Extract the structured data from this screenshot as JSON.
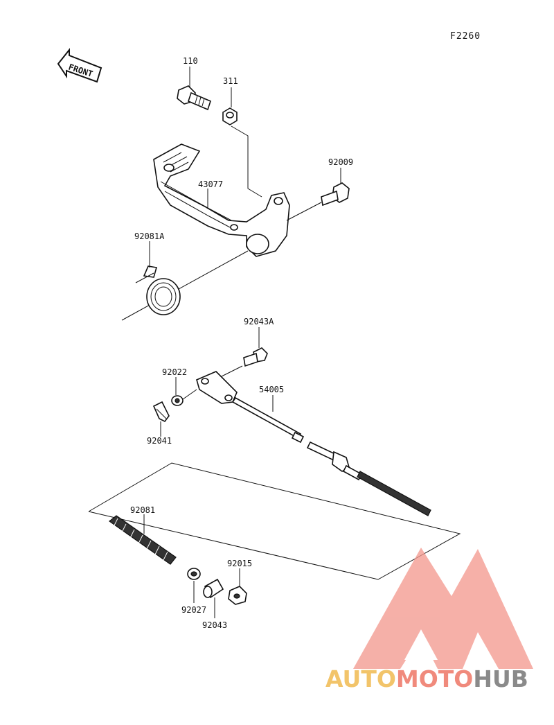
{
  "diagram": {
    "code": "F2260",
    "front_label": "FRONT",
    "part_labels": {
      "p110": "110",
      "p311": "311",
      "p92009": "92009",
      "p43077": "43077",
      "p92081A": "92081A",
      "p92043A": "92043A",
      "p92022": "92022",
      "p54005": "54005",
      "p92041": "92041",
      "p92081": "92081",
      "p92015": "92015",
      "p92027": "92027",
      "p92043": "92043"
    }
  },
  "watermark": {
    "word_part1": "AUTO",
    "word_part2": "MOTO",
    "word_part3": "HUB",
    "colors": {
      "gold": "#f2c46a",
      "coral": "#f08a7c",
      "gray": "#8a8a8a"
    }
  }
}
